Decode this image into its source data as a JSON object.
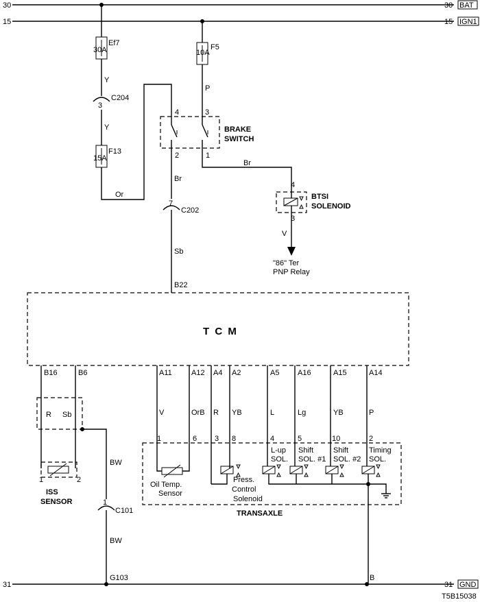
{
  "rails": {
    "bat_left": "30",
    "bat_right": "30",
    "bat_tag": "BAT",
    "ign_left": "15",
    "ign_right": "15",
    "ign_tag": "IGN1",
    "gnd_left": "31",
    "gnd_right": "31",
    "gnd_tag": "GND"
  },
  "fuses": {
    "ef7": {
      "name": "Ef7",
      "rating": "30A"
    },
    "f5": {
      "name": "F5",
      "rating": "10A"
    },
    "f13": {
      "name": "F13",
      "rating": "15A"
    }
  },
  "wires": {
    "y1": "Y",
    "y2": "Y",
    "or": "Or",
    "p": "P",
    "br1": "Br",
    "br2": "Br",
    "sb": "Sb",
    "v_btsi": "V",
    "bw1": "BW",
    "bw2": "BW",
    "v": "V",
    "orb": "OrB",
    "r": "R",
    "yb": "YB",
    "l": "L",
    "lg": "Lg",
    "yb2": "YB",
    "p2": "P"
  },
  "connectors": {
    "c204": {
      "name": "C204",
      "pin": "3"
    },
    "c202": {
      "name": "C202",
      "pin": "7"
    },
    "c101": {
      "name": "C101",
      "pin": "1"
    }
  },
  "brake_switch": {
    "line1": "BRAKE",
    "line2": "SWITCH",
    "pin4": "4",
    "pin3": "3",
    "pin2": "2",
    "pin1": "1"
  },
  "btsi": {
    "line1": "BTSI",
    "line2": "SOLENOID",
    "pin4": "4",
    "pin3": "3",
    "dest1": "\"86\" Ter",
    "dest2": "PNP Relay"
  },
  "tcm": {
    "label": "T C M",
    "b22": "B22",
    "pins": [
      "B16",
      "B6",
      "A11",
      "A12",
      "A4",
      "A2",
      "A5",
      "A16",
      "A15",
      "A14"
    ]
  },
  "iss": {
    "r": "R",
    "sb": "Sb",
    "pin1": "1",
    "pin2": "2",
    "line1": "ISS",
    "line2": "SENSOR"
  },
  "transaxle": {
    "label": "TRANSAXLE",
    "pins": [
      "1",
      "6",
      "3",
      "8",
      "4",
      "5",
      "10",
      "2"
    ],
    "oil1": "Oil Temp.",
    "oil2": "Sensor",
    "press1": "Press.",
    "press2": "Control",
    "press3": "Solenoid",
    "lup1": "L-up",
    "lup2": "SOL.",
    "shift1a": "Shift",
    "shift1b": "SOL. #1",
    "shift2a": "Shift",
    "shift2b": "SOL. #2",
    "timing1": "Timing",
    "timing2": "SOL."
  },
  "ground": {
    "g103": "G103",
    "b": "B"
  },
  "figure_id": "T5B15038"
}
